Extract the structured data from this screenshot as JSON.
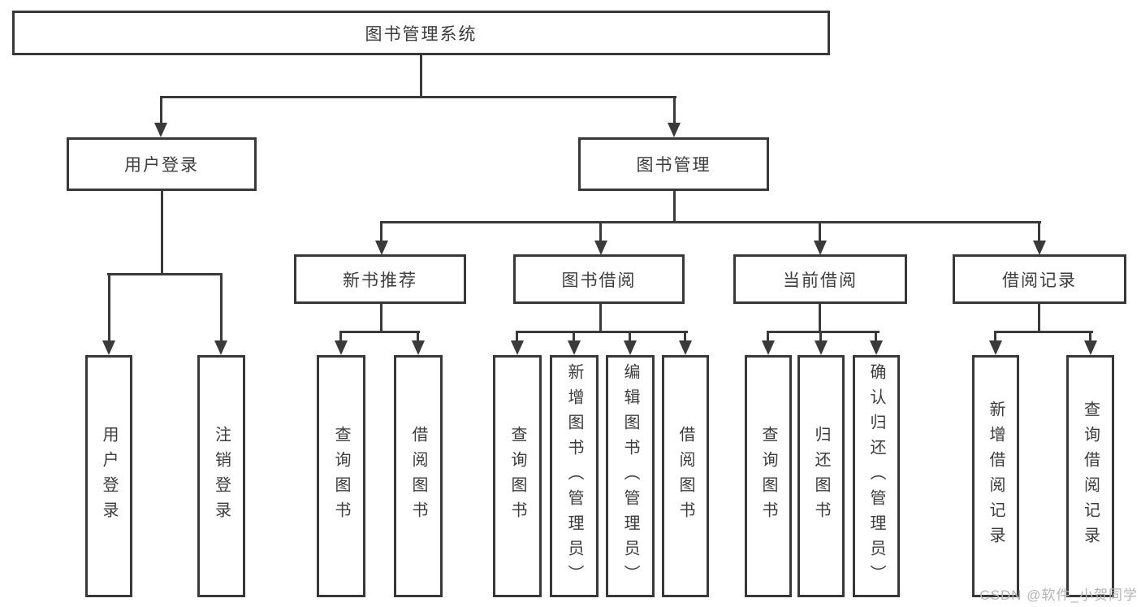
{
  "tree": {
    "label": "图书管理系统",
    "children": [
      {
        "label": "用户登录",
        "children": [
          {
            "label": "用户登录"
          },
          {
            "label": "注销登录"
          }
        ]
      },
      {
        "label": "图书管理",
        "children": [
          {
            "label": "新书推荐",
            "children": [
              {
                "label": "查询图书"
              },
              {
                "label": "借阅图书"
              }
            ]
          },
          {
            "label": "图书借阅",
            "children": [
              {
                "label": "查询图书"
              },
              {
                "label": "新增图书（管理员）"
              },
              {
                "label": "编辑图书（管理员）"
              },
              {
                "label": "借阅图书"
              }
            ]
          },
          {
            "label": "当前借阅",
            "children": [
              {
                "label": "查询图书"
              },
              {
                "label": "归还图书"
              },
              {
                "label": "确认归还（管理员）"
              }
            ]
          },
          {
            "label": "借阅记录",
            "children": [
              {
                "label": "新增借阅记录"
              },
              {
                "label": "查询借阅记录"
              }
            ]
          }
        ]
      }
    ]
  },
  "watermark": "CSDN @软件_小贺同学",
  "colors": {
    "line": "#3a3a3a",
    "box_border": "#383838",
    "text": "#3c3c3c",
    "background": "#ffffff",
    "watermark": "#b4b4b4"
  }
}
